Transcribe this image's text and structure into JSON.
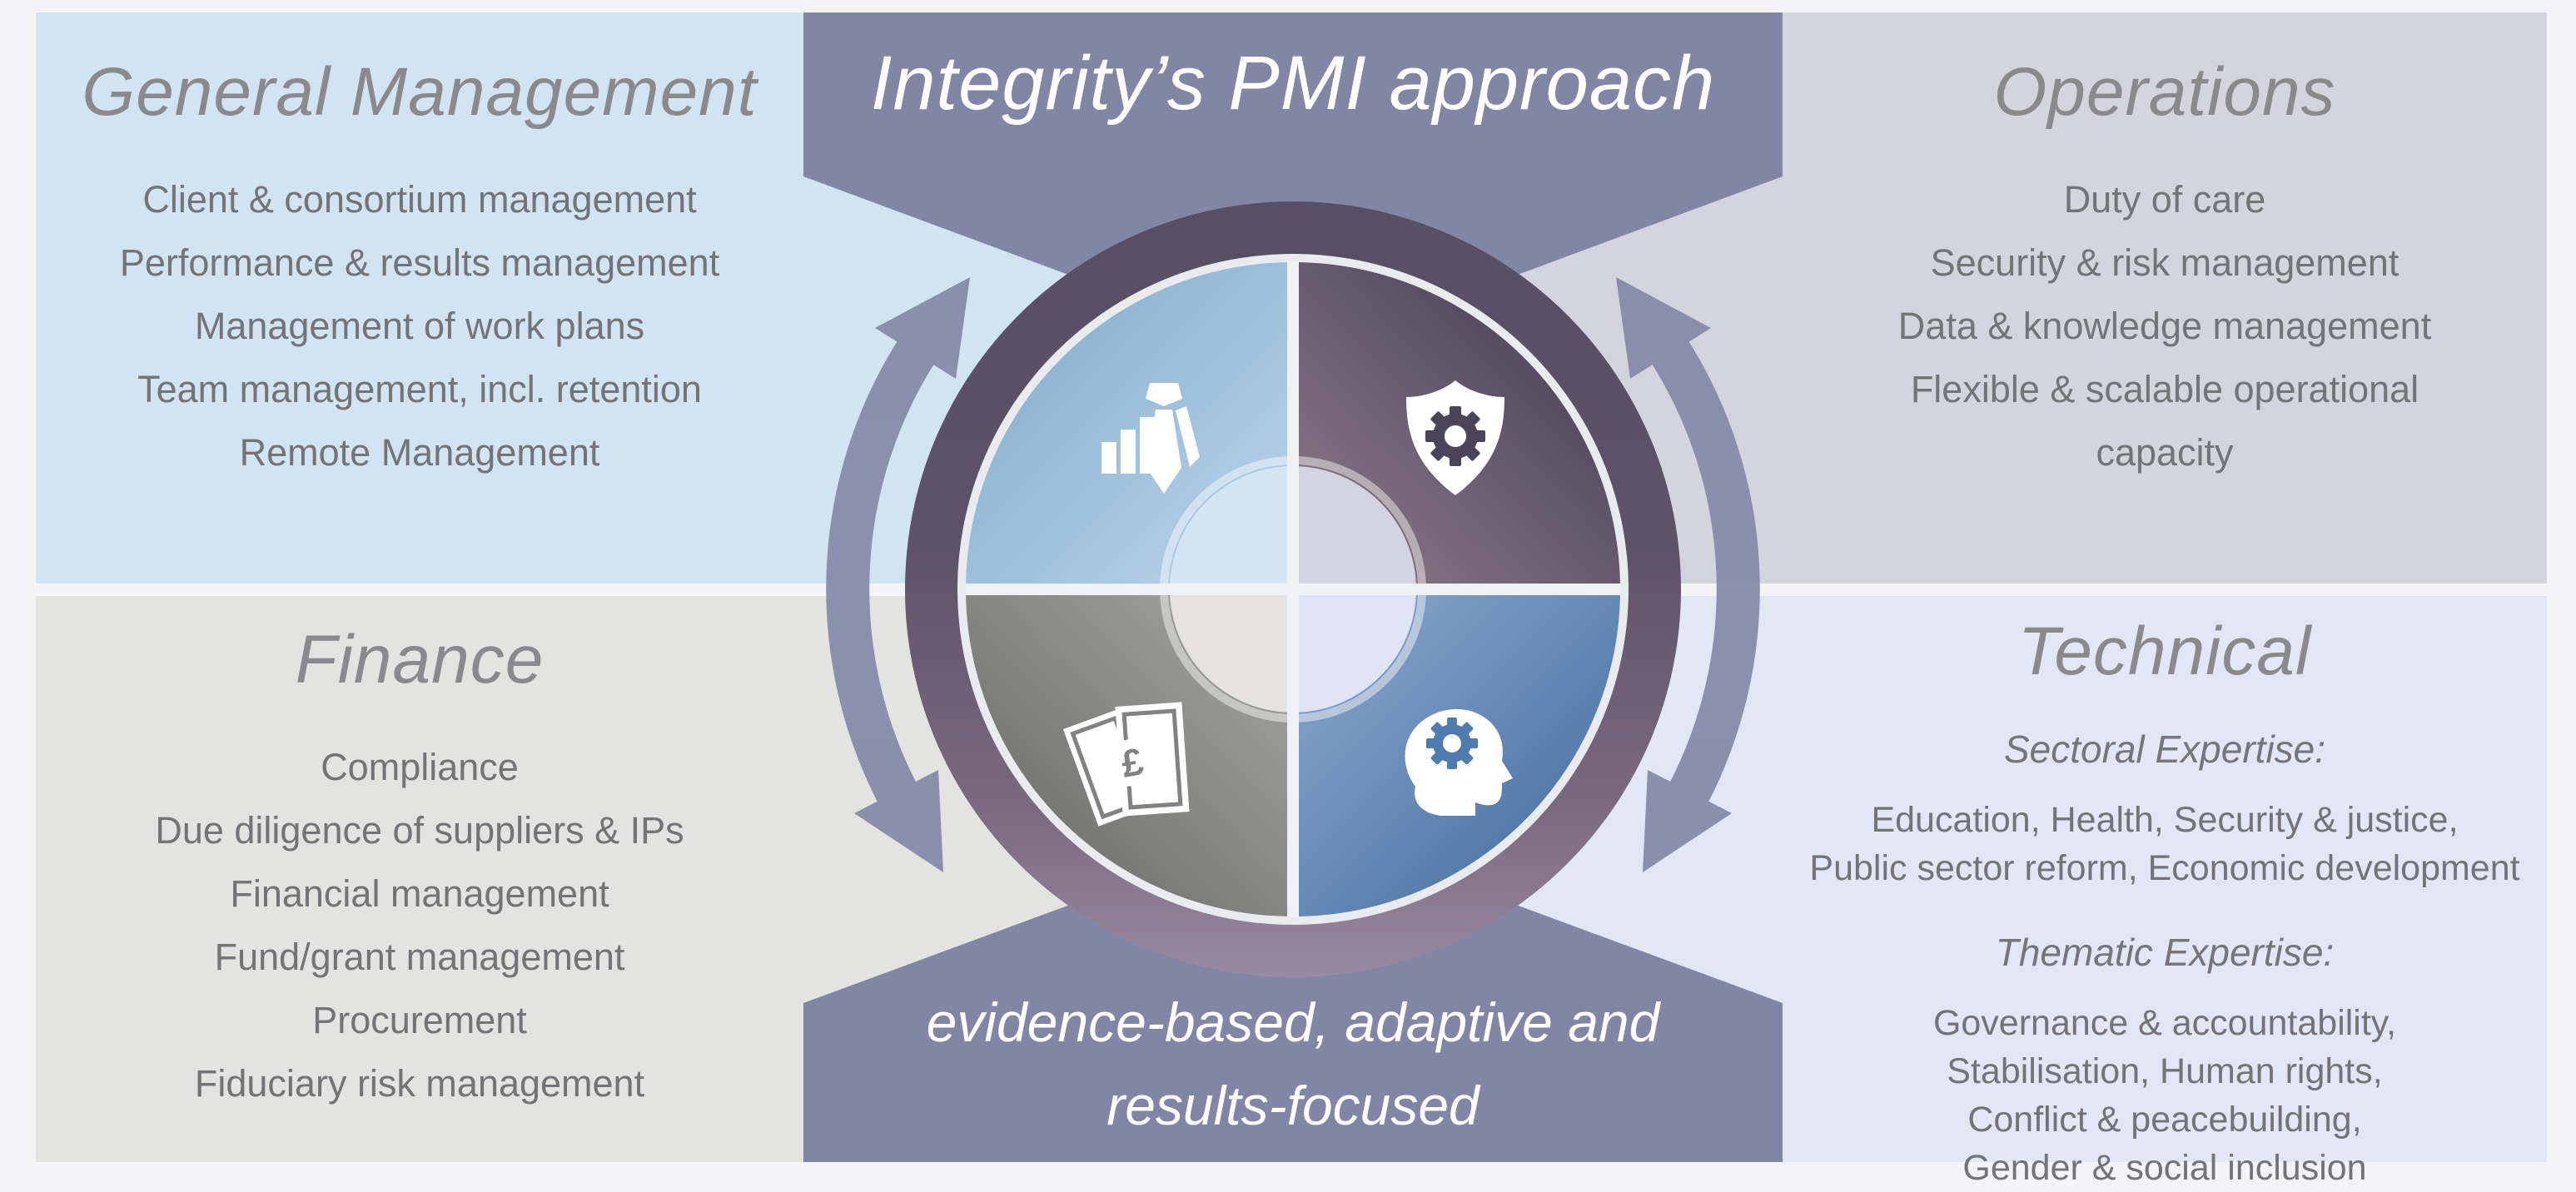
{
  "header": {
    "title": "Integrity’s PMI approach"
  },
  "footer": {
    "line1": "evidence-based, adaptive and",
    "line2": "results-focused"
  },
  "quadrants": {
    "general_management": {
      "title": "General Management",
      "items": [
        "Client & consortium management",
        "Performance & results management",
        "Management of work plans",
        "Team management, incl. retention",
        "Remote Management"
      ]
    },
    "operations": {
      "title": "Operations",
      "items": [
        "Duty of care",
        "Security & risk management",
        "Data & knowledge management",
        "Flexible & scalable operational capacity"
      ]
    },
    "finance": {
      "title": "Finance",
      "items": [
        "Compliance",
        "Due diligence of suppliers & IPs",
        "Financial management",
        "Fund/grant management",
        "Procurement",
        "Fiduciary risk management"
      ]
    },
    "technical": {
      "title": "Technical",
      "sections": [
        {
          "label": "Sectoral Expertise:",
          "lines": [
            "Education, Health, Security & justice,",
            "Public sector reform, Economic development"
          ]
        },
        {
          "label": "Thematic Expertise:",
          "lines": [
            "Governance & accountability,",
            "Stabilisation, Human rights,",
            "Conflict & peacebuilding,",
            "Gender & social inclusion"
          ]
        }
      ]
    }
  },
  "icons": {
    "management": "bar-chart-and-tie",
    "operations": "shield-with-gear",
    "finance": "banknotes",
    "technical": "head-with-gear",
    "currency_symbol": "£"
  },
  "colors": {
    "page_border": "#f4f4f6",
    "banner": "#8186a4",
    "arrow": "#868ca9",
    "bg_general_management": "#d2e3f1",
    "bg_operations": "#d4d4df",
    "bg_finance": "#e3e3e1",
    "bg_technical": "#e2e7f6",
    "wheel_management": "#8fb7d6",
    "wheel_operations": "#463f55",
    "wheel_finance": "#7d7d7b",
    "wheel_technical": "#4f7cae",
    "title_text": "#8a8a8e",
    "item_text": "#737477",
    "banner_text": "#ffffff"
  }
}
